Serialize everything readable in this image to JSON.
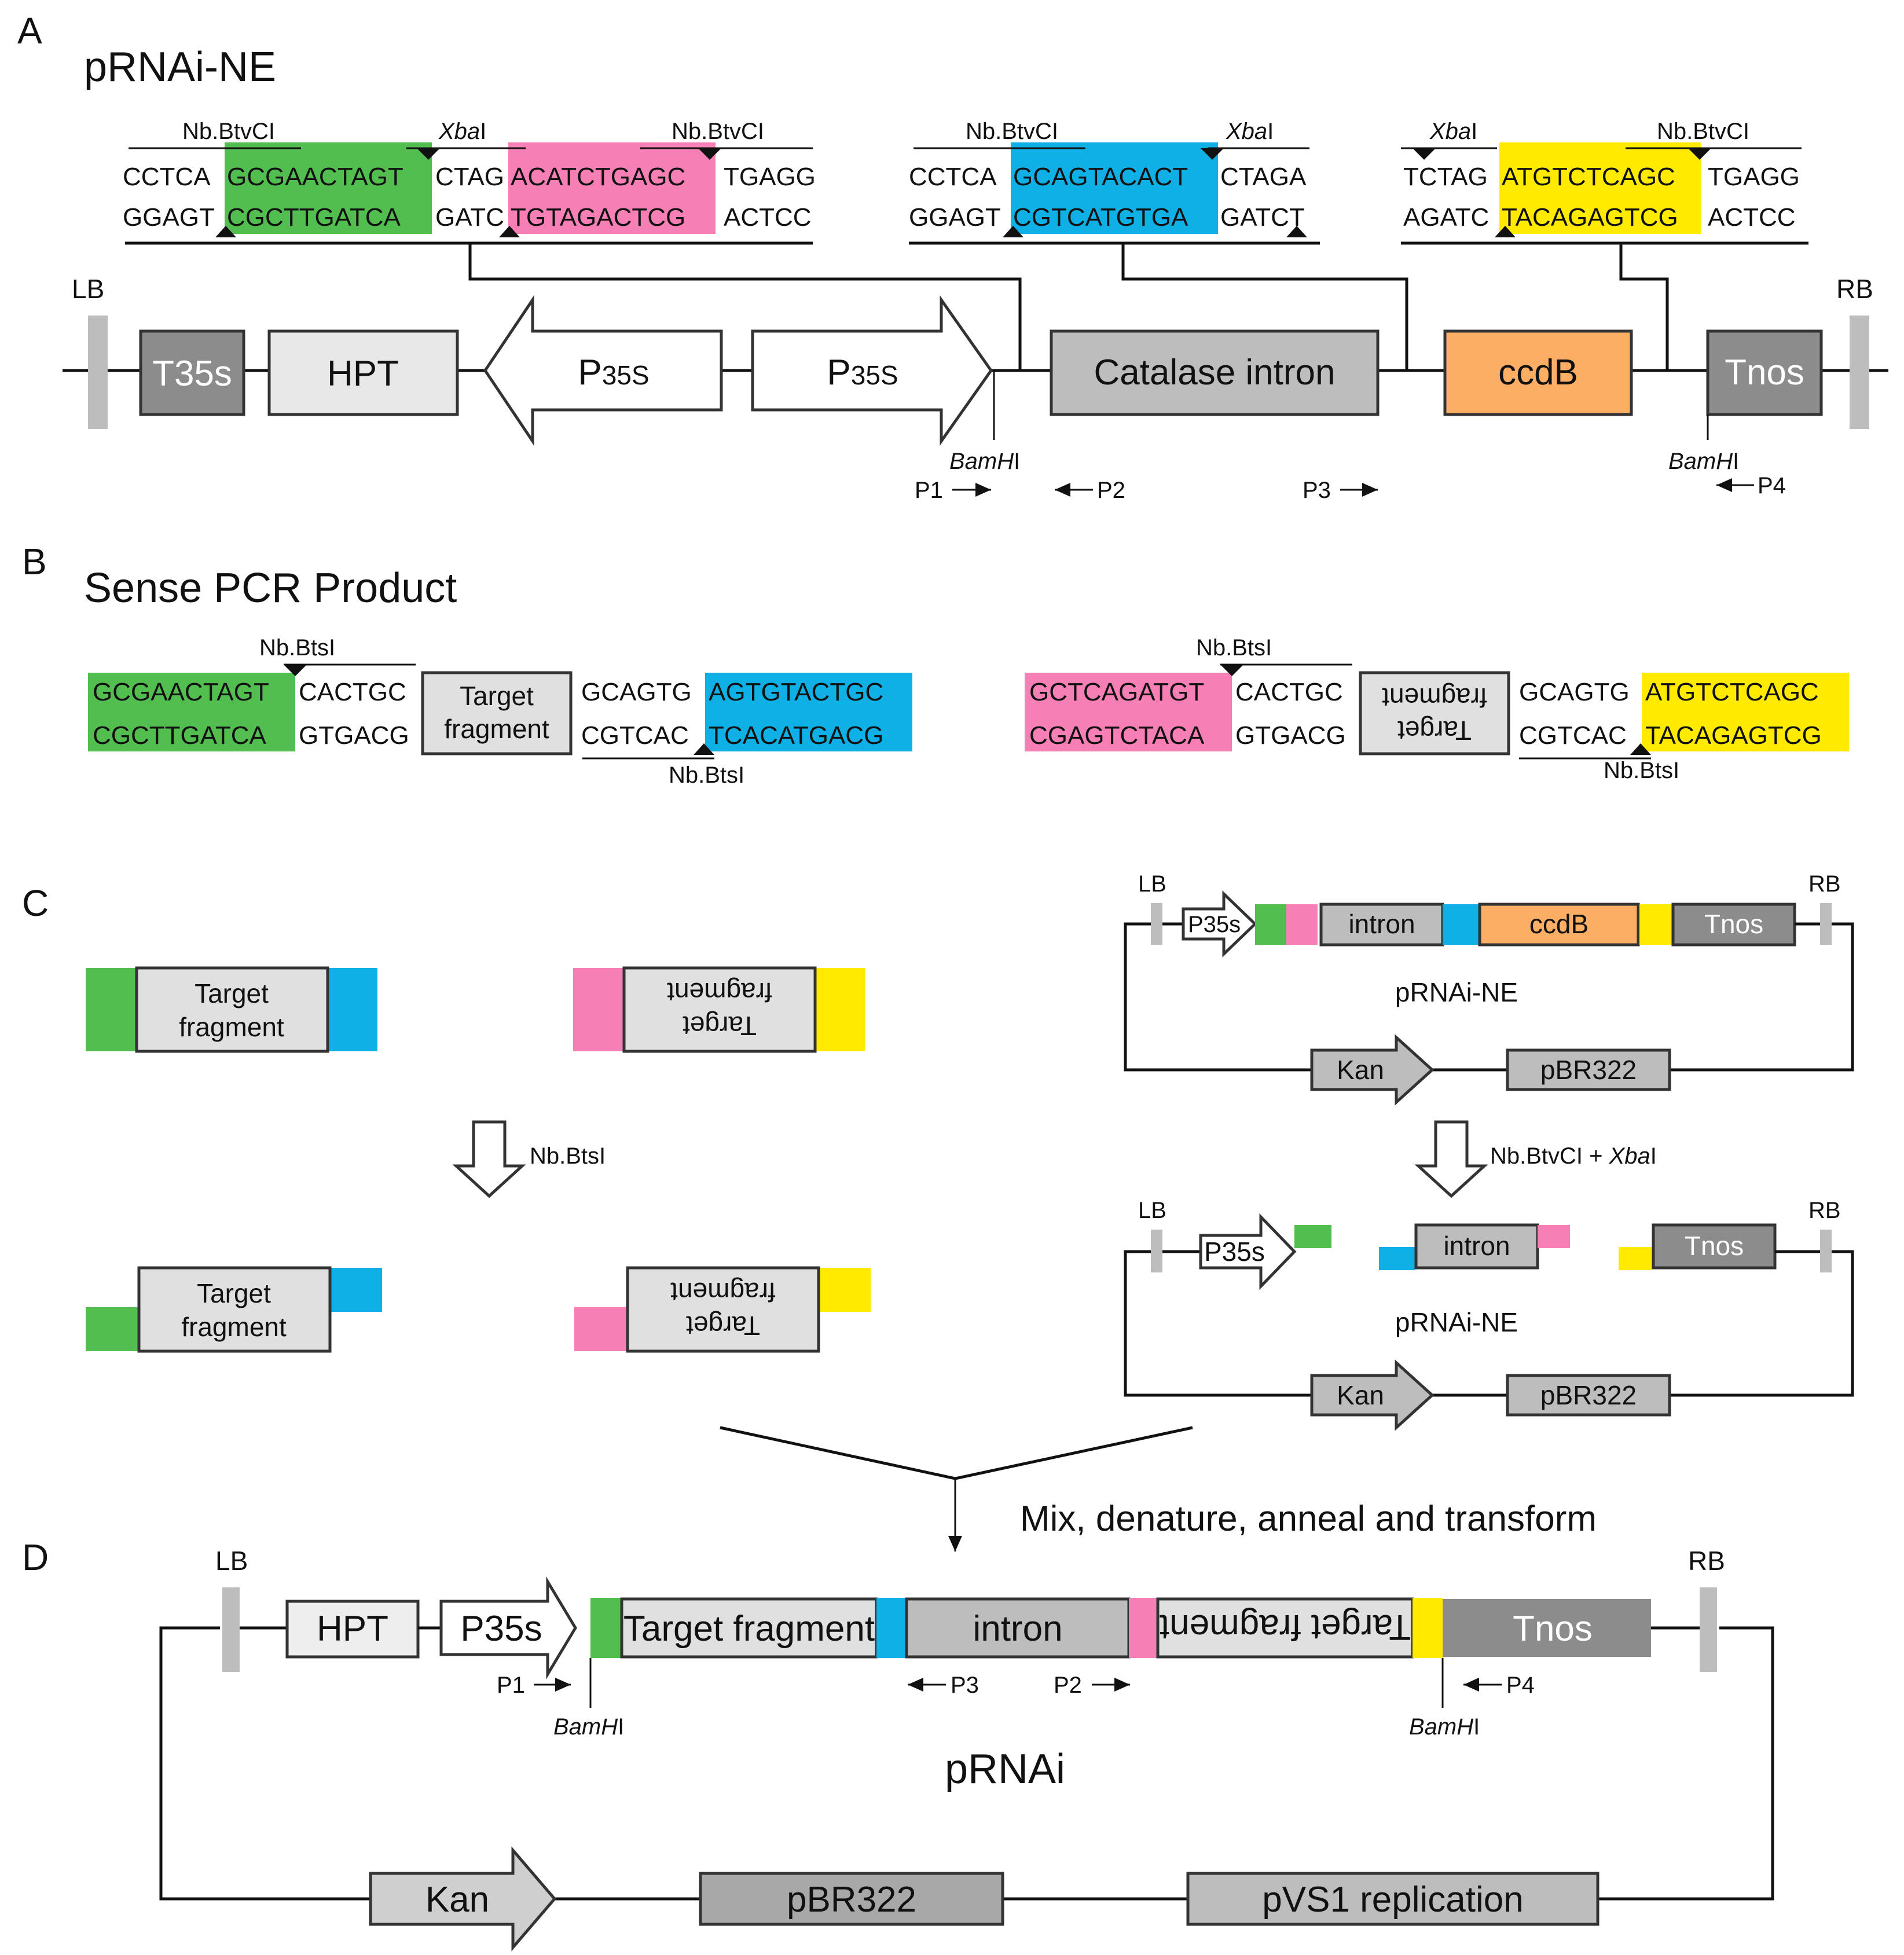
{
  "colors": {
    "green": "#52be4f",
    "pink": "#f67fb5",
    "blue": "#0fb0e6",
    "yellow": "#ffea00",
    "orange": "#fbae64",
    "dark_gray": "#8c8c8c",
    "gray": "#bdbdbd",
    "light_gray": "#e0e0e0"
  },
  "A": {
    "label": "A",
    "title": "pRNAi-NE",
    "seq1": {
      "enz_left": "Nb.BtvCI",
      "enz_mid": "Xba",
      "enz_mid_suffix": "I",
      "enz_right": "Nb.BtvCI",
      "top": [
        "CCTCA",
        "GCGAACTAGT",
        "CTAG",
        "ACATCTGAGC",
        "TGAGG"
      ],
      "bot": [
        "GGAGT",
        "CGCTTGATCA",
        "GATC",
        "TGTAGACTCG",
        "ACTCC"
      ]
    },
    "seq2": {
      "enz_left": "Nb.BtvCI",
      "enz_right": "Xba",
      "enz_right_suffix": "I",
      "top": [
        "CCTCA",
        "GCAGTACACT",
        "CTAGA"
      ],
      "bot": [
        "GGAGT",
        "CGTCATGTGA",
        "GATCT"
      ]
    },
    "seq3": {
      "enz_left": "Xba",
      "enz_left_suffix": "I",
      "enz_right": "Nb.BtvCI",
      "top": [
        "TCTAG",
        "ATGTCTCAGC",
        "TGAGG"
      ],
      "bot": [
        "AGATC",
        "TACAGAGTCG",
        "ACTCC"
      ]
    },
    "map": {
      "lb": "LB",
      "rb": "RB",
      "t35s": "T35s",
      "hpt": "HPT",
      "p35s": "P",
      "p35s_sub": "35S",
      "catalase": "Catalase intron",
      "ccdb": "ccdB",
      "tnos": "Tnos",
      "bam": "BamH",
      "bam_suffix": "I",
      "p1": "P1",
      "p2": "P2",
      "p3": "P3",
      "p4": "P4"
    }
  },
  "B": {
    "label": "B",
    "title": "Sense PCR Product",
    "enz": "Nb.BtsI",
    "frag_line1": "Target",
    "frag_line2": "fragment",
    "left": {
      "top": [
        "GCGAACTAGT",
        "CACTGC",
        "GCAGTG",
        "AGTGTACTGC"
      ],
      "bot": [
        "CGCTTGATCA",
        "GTGACG",
        "CGTCAC",
        "TCACATGACG"
      ]
    },
    "right": {
      "top": [
        "GCTCAGATGT",
        "CACTGC",
        "GCAGTG",
        "ATGTCTCAGC"
      ],
      "bot": [
        "CGAGTCTACA",
        "GTGACG",
        "CGTCAC",
        "TACAGAGTCG"
      ]
    }
  },
  "C": {
    "label": "C",
    "frag_line1": "Target",
    "frag_line2": "fragment",
    "nb_btsi": "Nb.BtsI",
    "nb_btvci": "Nb.BtvCI + ",
    "xba": "Xba",
    "xba_suffix": "I",
    "lb": "LB",
    "rb": "RB",
    "p35s": "P35s",
    "intron": "intron",
    "ccdb": "ccdB",
    "tnos": "Tnos",
    "plasmid": "pRNAi-NE",
    "kan": "Kan",
    "pbr": "pBR322",
    "mix": "Mix, denature, anneal and transform"
  },
  "D": {
    "label": "D",
    "lb": "LB",
    "rb": "RB",
    "hpt": "HPT",
    "p35s": "P35s",
    "target": "Target fragment",
    "target_flipped": "Target fragment",
    "intron": "intron",
    "tnos": "Tnos",
    "bam": "BamH",
    "bam_suffix": "I",
    "p1": "P1",
    "p2": "P2",
    "p3": "P3",
    "p4": "P4",
    "plasmid": "pRNAi",
    "kan": "Kan",
    "pbr": "pBR322",
    "pvs1": "pVS1 replication"
  }
}
